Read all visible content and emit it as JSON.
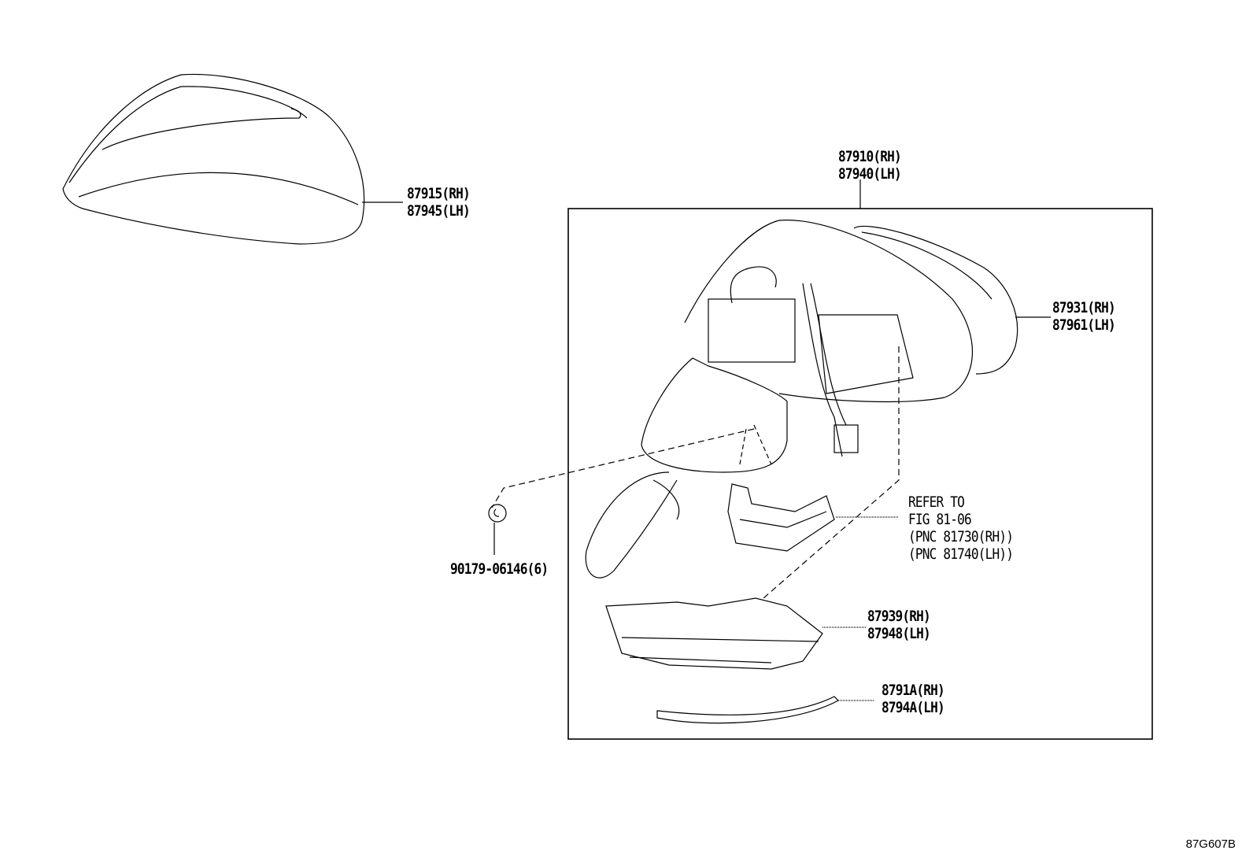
{
  "diagram": {
    "callouts": [
      {
        "id": "cover",
        "lines": [
          "87915(RH)",
          "87945(LH)"
        ]
      },
      {
        "id": "assembly",
        "lines": [
          "87910(RH)",
          "87940(LH)"
        ]
      },
      {
        "id": "mirror",
        "lines": [
          "87931(RH)",
          "87961(LH)"
        ]
      },
      {
        "id": "refer",
        "lines": [
          "REFER TO",
          "FIG 81-06",
          "(PNC 81730(RH))",
          "(PNC 81740(LH))"
        ]
      },
      {
        "id": "lamp",
        "lines": [
          "87939(RH)",
          "87948(LH)"
        ]
      },
      {
        "id": "garnish",
        "lines": [
          "8791A(RH)",
          "8794A(LH)"
        ]
      },
      {
        "id": "clip",
        "lines": [
          "90179-06146(6)"
        ]
      }
    ],
    "figure_code": "87G607B"
  }
}
